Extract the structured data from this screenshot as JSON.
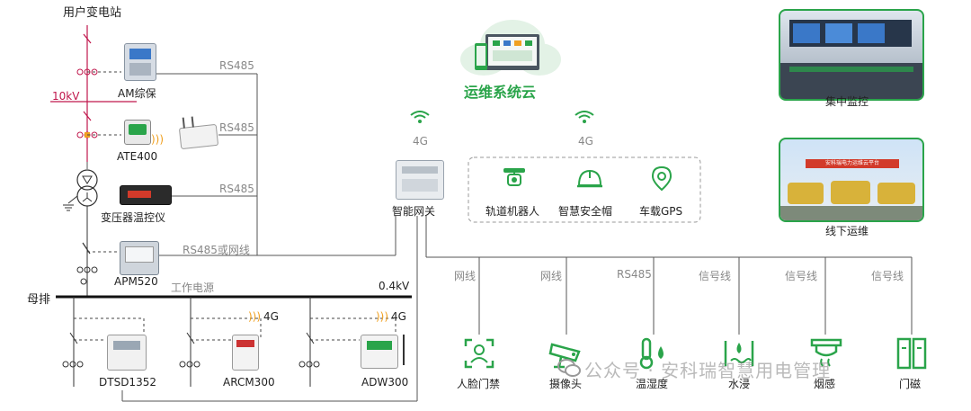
{
  "substation": {
    "title": "用户变电站",
    "voltage_hv": "10kV",
    "voltage_lv": "0.4kV",
    "busbar": "母排",
    "work_power": "工作电源"
  },
  "devices": {
    "am": "AM综保",
    "ate": "ATE400",
    "transformer_ctrl": "变压器温控仪",
    "apm": "APM520",
    "dtsd": "DTSD1352",
    "arcm": "ARCM300",
    "adw": "ADW300",
    "gateway": "智能网关"
  },
  "links": {
    "rs485_1": "RS485",
    "rs485_2": "RS485",
    "rs485_3": "RS485",
    "rs485_or_net": "RS485或网线",
    "g4_gateway": "4G",
    "g4_cloud": "4G",
    "g4_arcm": "4G",
    "g4_adw": "4G"
  },
  "cloud": {
    "title": "运维系统云"
  },
  "mobile_devices": [
    {
      "label": "轨道机器人"
    },
    {
      "label": "智慧安全帽"
    },
    {
      "label": "车载GPS"
    }
  ],
  "photos": [
    {
      "label": "集中监控"
    },
    {
      "label": "线下运维",
      "banner": "安科瑞电力运维云平台"
    }
  ],
  "sensors": [
    {
      "label": "人脸门禁",
      "link": "网线"
    },
    {
      "label": "摄像头",
      "link": "网线"
    },
    {
      "label": "温湿度",
      "link": "RS485"
    },
    {
      "label": "水浸",
      "link": "信号线"
    },
    {
      "label": "烟感",
      "link": "信号线"
    },
    {
      "label": "门磁",
      "link": "信号线"
    }
  ],
  "watermark": "公众号 · 安科瑞智慧用电管理",
  "colors": {
    "green": "#2aa44a",
    "red": "#c0174c",
    "line": "#555555"
  }
}
